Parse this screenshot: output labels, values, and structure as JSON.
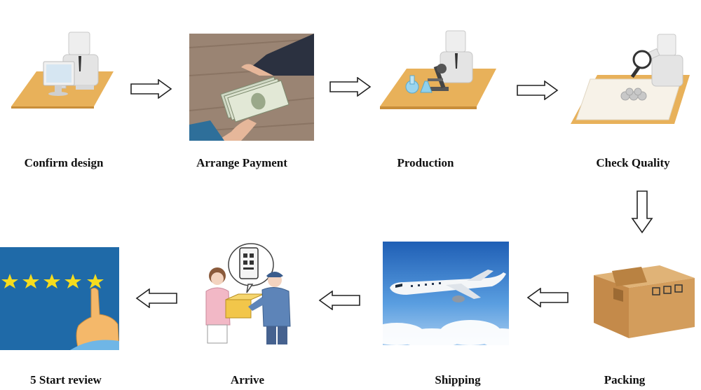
{
  "steps": [
    {
      "label": "Confirm design",
      "icon": "designer-at-desk-icon"
    },
    {
      "label": "Arrange Payment",
      "icon": "money-handover-icon"
    },
    {
      "label": "Production",
      "icon": "microscope-lab-icon"
    },
    {
      "label": "Check Quality",
      "icon": "magnifier-inspection-icon"
    },
    {
      "label": "Packing",
      "icon": "cardboard-box-icon"
    },
    {
      "label": "Shipping",
      "icon": "airplane-icon"
    },
    {
      "label": "Arrive",
      "icon": "courier-delivery-icon"
    },
    {
      "label": "5 Start review",
      "icon": "five-star-review-icon"
    }
  ],
  "colors": {
    "desk": "#e8b15a",
    "figure": "#e4e4e4",
    "sky": "#2f7ad4",
    "box": "#c8924f",
    "review_bg": "#1f6aa8",
    "star": "#f5dc1e"
  }
}
